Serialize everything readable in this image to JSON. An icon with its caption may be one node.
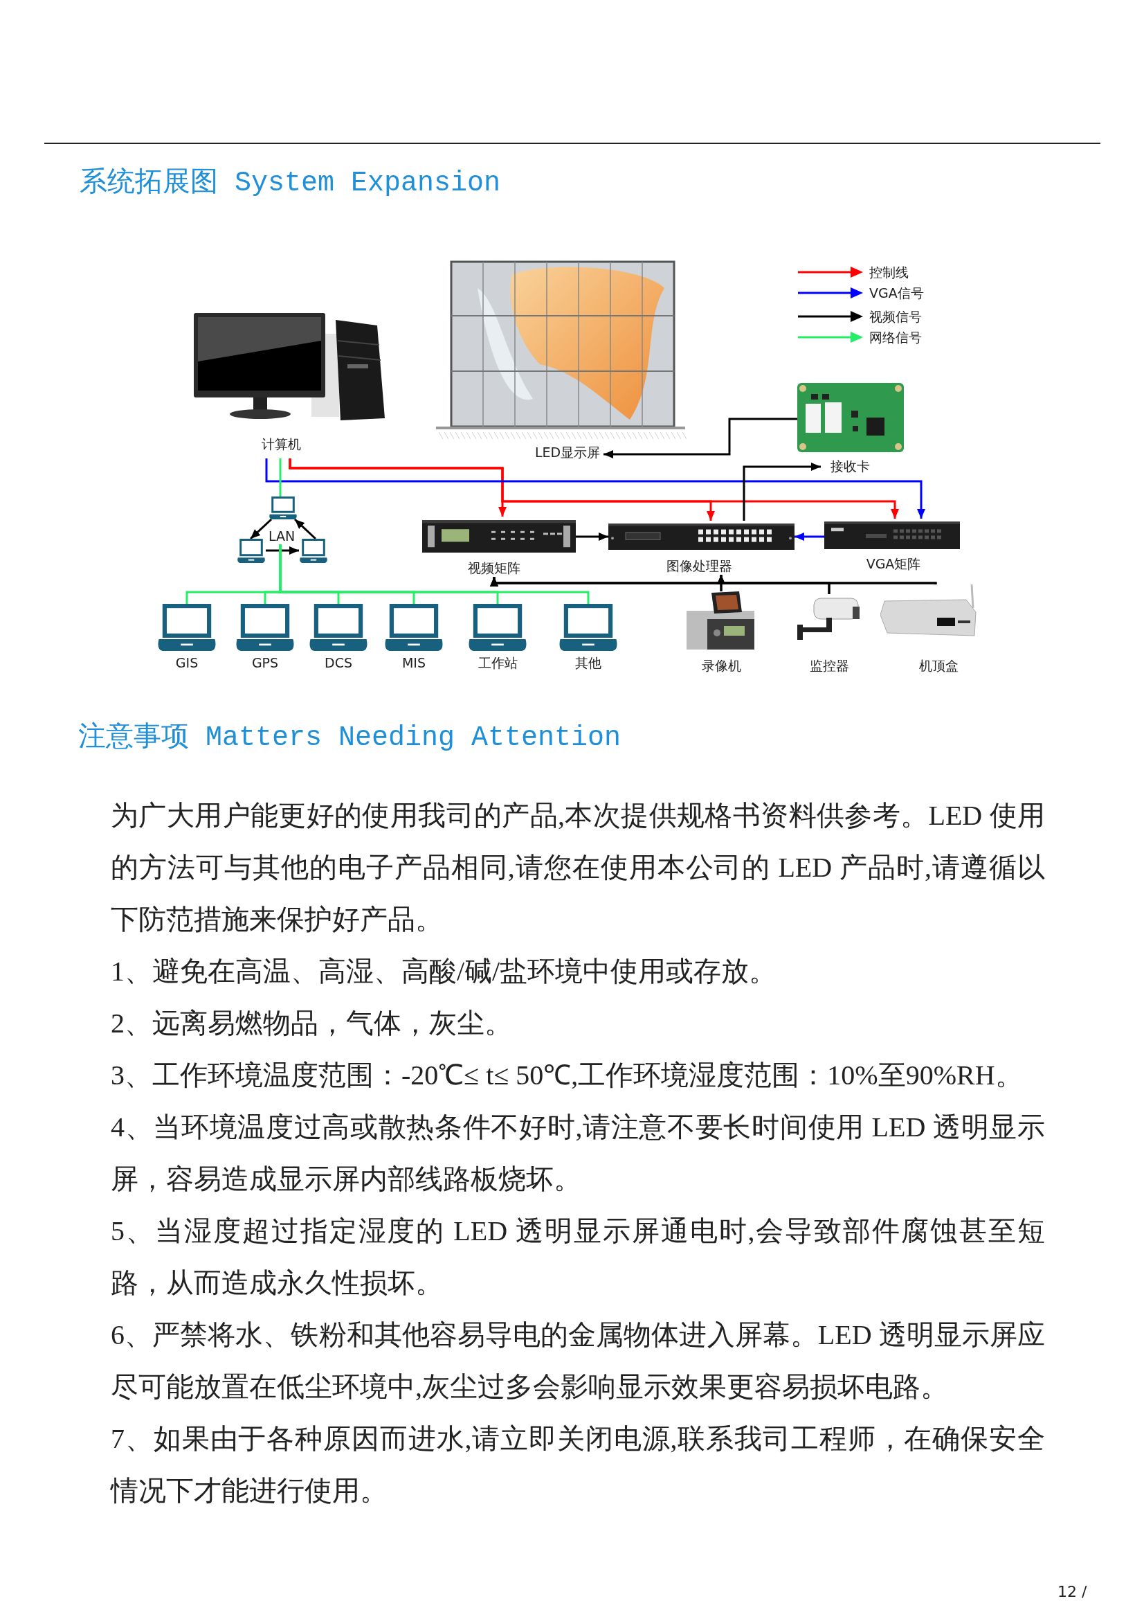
{
  "diagram": {
    "title": "系统拓展图 System Expansion",
    "nodes": [
      {
        "text": [
          "计算机"
        ]
      },
      {
        "text": [
          "LED显示屏"
        ]
      },
      {
        "text": [
          "接收卡"
        ]
      },
      {
        "text": [],
        "shape": "laptop"
      },
      {
        "text": [],
        "shape": "laptop"
      },
      {
        "text": [
          "LAN"
        ]
      },
      {
        "text": [],
        "shape": "laptop"
      },
      {
        "text": [
          "视频矩阵"
        ]
      },
      {
        "text": [
          "图像处理器"
        ]
      },
      {
        "text": [
          "VGA矩阵"
        ]
      },
      {
        "text": [
          "GIS"
        ]
      },
      {
        "text": [
          "GPS"
        ]
      },
      {
        "text": [
          "DCS"
        ]
      },
      {
        "text": [
          "MIS"
        ]
      },
      {
        "text": [
          "工作站"
        ]
      },
      {
        "text": [
          "其他"
        ]
      },
      {
        "text": [
          "录像机"
        ]
      },
      {
        "text": [
          "监控器"
        ]
      },
      {
        "text": [
          "机顶盒"
        ]
      }
    ],
    "edges": [
      {
        "from": 0,
        "to": 7,
        "arrow": "to",
        "color": "#ff0000"
      },
      {
        "from": 0,
        "to": 8,
        "arrow": "to",
        "color": "#ff0000"
      },
      {
        "from": 0,
        "to": 9,
        "arrow": "to",
        "color": "#ff0000"
      },
      {
        "from": 0,
        "to": 9,
        "arrow": "to",
        "color": "#0000ff"
      },
      {
        "from": 0,
        "to": 3,
        "arrow": "none",
        "color": "#22ee66"
      },
      {
        "from": 3,
        "to": 4,
        "arrow": "to"
      },
      {
        "from": 4,
        "to": 6,
        "arrow": "to"
      },
      {
        "from": 6,
        "to": 3,
        "arrow": "to"
      },
      {
        "from": 5,
        "to": 10,
        "arrow": "none",
        "color": "#22ee66"
      },
      {
        "from": 5,
        "to": 11,
        "arrow": "none",
        "color": "#22ee66"
      },
      {
        "from": 5,
        "to": 12,
        "arrow": "none",
        "color": "#22ee66"
      },
      {
        "from": 5,
        "to": 13,
        "arrow": "none",
        "color": "#22ee66"
      },
      {
        "from": 5,
        "to": 14,
        "arrow": "none",
        "color": "#22ee66"
      },
      {
        "from": 5,
        "to": 15,
        "arrow": "none",
        "color": "#22ee66"
      },
      {
        "from": 7,
        "to": 8,
        "arrow": "to"
      },
      {
        "from": 9,
        "to": 8,
        "arrow": "to",
        "color": "#0000ff"
      },
      {
        "from": 8,
        "to": 2,
        "arrow": "to"
      },
      {
        "from": 2,
        "to": 1,
        "arrow": "to"
      },
      {
        "from": 16,
        "to": 7,
        "arrow": "to"
      },
      {
        "from": 16,
        "to": 8,
        "arrow": "to"
      },
      {
        "from": 17,
        "to": 7,
        "arrow": "to"
      },
      {
        "from": 17,
        "to": 8,
        "arrow": "to"
      },
      {
        "from": 18,
        "to": 7,
        "arrow": "to"
      },
      {
        "from": 18,
        "to": 8,
        "arrow": "to"
      }
    ],
    "labels": [
      "注意事项 Matters Needing Attention",
      "为广大用户能更好的使用我司的产品,本次提供规格书资料供参考。LED 使用的方法可与其他的电子产品相同,请您在使用本公司的 LED 产品时,请遵循以下防范措施来保护好产品。",
      "1、避免在高温、高湿、高酸/碱/盐环境中使用或存放。",
      "2、远离易燃物品，气体，灰尘。",
      "3、工作环境温度范围：-20℃≤ t≤ 50℃,工作环境湿度范围：10%至90%RH。",
      "4、当环境温度过高或散热条件不好时,请注意不要长时间使用 LED 透明显示屏，容易造成显示屏内部线路板烧坏。",
      "5、当湿度超过指定湿度的 LED 透明显示屏通电时,会导致部件腐蚀甚至短路，从而造成永久性损坏。",
      "6、严禁将水、铁粉和其他容易导电的金属物体进入屏幕。LED 透明显示屏应尽可能放置在低尘环境中,灰尘过多会影响显示效果更容易损坏电路。",
      "7、如果由于各种原因而进水,请立即关闭电源,联系我司工程师，在确保安全情况下才能进行使用。",
      "12 /"
    ],
    "legend": [
      {
        "text": "控制线",
        "color": "#ff0000"
      },
      {
        "text": "VGA信号",
        "color": "#0000ff"
      },
      {
        "text": "视频信号",
        "color": "#000000"
      },
      {
        "text": "网络信号",
        "color": "#22ee66"
      }
    ]
  }
}
